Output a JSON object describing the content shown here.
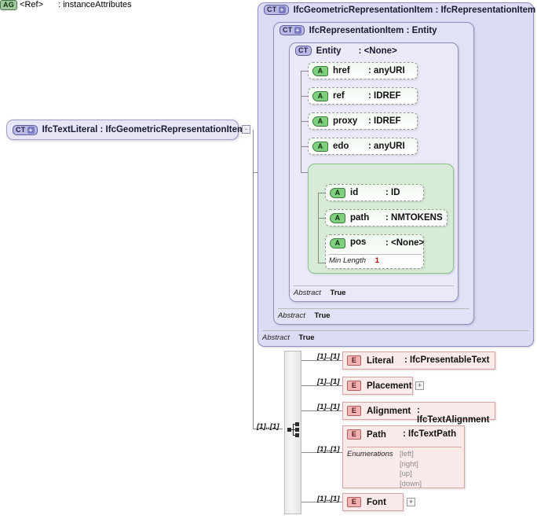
{
  "diagram": {
    "kind": "xsd-schema-diagram",
    "root": {
      "badge": "CT",
      "badge_expand": "+",
      "title": "IfcTextLiteral : IfcGeometricRepresentationItem",
      "toggle": "-"
    },
    "type_hierarchy": [
      {
        "level": 1,
        "badge": "CT",
        "badge_expand": "+",
        "title": "IfcGeometricRepresentationItem : IfcRepresentationItem",
        "facet_name": "Abstract",
        "facet_value": "True"
      },
      {
        "level": 2,
        "badge": "CT",
        "badge_expand": "+",
        "title": "IfcRepresentationItem : Entity",
        "facet_name": "Abstract",
        "facet_value": "True"
      },
      {
        "level": 3,
        "badge": "CT",
        "badge_expand": "",
        "title": "Entity",
        "title_type": ": <None>",
        "facet_name": "Abstract",
        "facet_value": "True"
      }
    ],
    "attributes": [
      {
        "badge": "A",
        "name": "href",
        "type": ": anyURI"
      },
      {
        "badge": "A",
        "name": "ref",
        "type": ": IDREF"
      },
      {
        "badge": "A",
        "name": "proxy",
        "type": ": IDREF"
      },
      {
        "badge": "A",
        "name": "edo",
        "type": ": anyURI"
      }
    ],
    "attribute_group": {
      "badge": "AG",
      "name": "<Ref>",
      "type": ": instanceAttributes",
      "attributes": [
        {
          "badge": "A",
          "name": "id",
          "type": ": ID"
        },
        {
          "badge": "A",
          "name": "path",
          "type": ": NMTOKENS"
        },
        {
          "badge": "A",
          "name": "pos",
          "type": ": <None>",
          "facet_name": "Min Length",
          "facet_value": "1"
        }
      ]
    },
    "sequence": {
      "cardinality": "[1]..[1]",
      "icon": "sequence-compositor-icon",
      "elements": [
        {
          "badge": "E",
          "name": "Literal",
          "type": ": IfcPresentableText",
          "cardinality": "[1]..[1]",
          "expandable": false
        },
        {
          "badge": "E",
          "name": "Placement",
          "type": "",
          "cardinality": "[1]..[1]",
          "expandable": true,
          "expand_glyph": "+"
        },
        {
          "badge": "E",
          "name": "Alignment",
          "type": ": IfcTextAlignment",
          "cardinality": "[1]..[1]",
          "expandable": false
        },
        {
          "badge": "E",
          "name": "Path",
          "type": ": IfcTextPath",
          "cardinality": "[1]..[1]",
          "expandable": false,
          "facet_name": "Enumerations",
          "enumerations": [
            "[left]",
            "[right]",
            "[up]",
            "[down]"
          ]
        },
        {
          "badge": "E",
          "name": "Font",
          "type": "",
          "cardinality": "[1]..[1]",
          "expandable": true,
          "expand_glyph": "+"
        }
      ]
    },
    "colors": {
      "complex_type_fill": "#dcdcf4",
      "attribute_fill": "#f0faf0",
      "attribute_group_fill": "#d6ecd6",
      "element_fill": "#fbeaea",
      "element_border": "#d7a3a3",
      "facet_value": "#c00000",
      "connector": "#8a8a8a"
    }
  }
}
